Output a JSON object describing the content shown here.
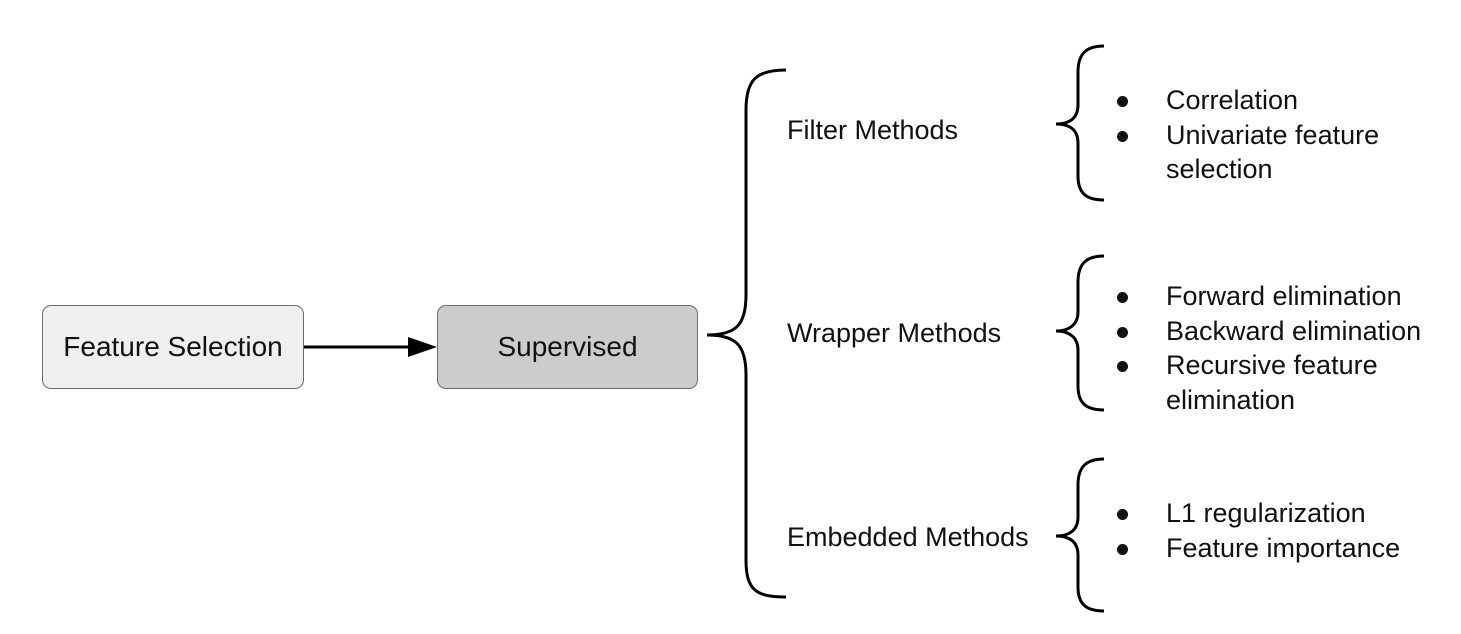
{
  "nodes": {
    "feature_selection": "Feature Selection",
    "supervised": "Supervised"
  },
  "methods": [
    {
      "label": "Filter Methods",
      "items": [
        "Correlation",
        "Univariate feature\nselection"
      ]
    },
    {
      "label": "Wrapper Methods",
      "items": [
        "Forward elimination",
        "Backward elimination",
        "Recursive feature\nelimination"
      ]
    },
    {
      "label": "Embedded Methods",
      "items": [
        "L1 regularization",
        "Feature importance"
      ]
    }
  ],
  "colors": {
    "feature_selection_fill": "#efefef",
    "supervised_fill": "#cccccc",
    "border": "#6b6b6b",
    "stroke": "#000000"
  }
}
